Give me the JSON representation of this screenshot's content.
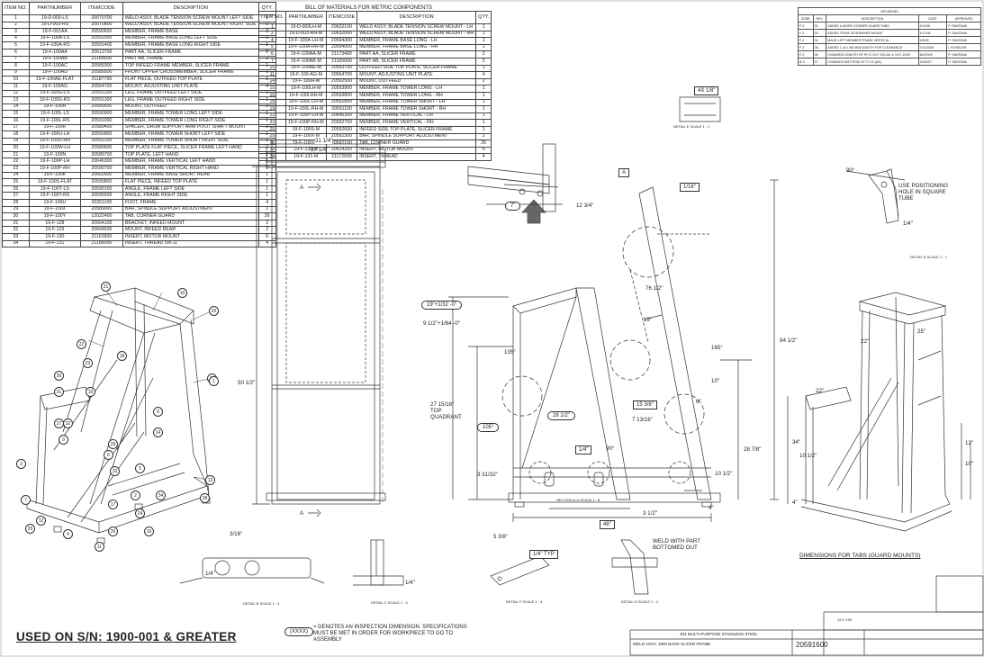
{
  "bom_left": {
    "headers": [
      "ITEM NO.",
      "PARTNUMBER",
      "ITEMCODE",
      "DESCRIPTION",
      "QTY."
    ],
    "rows": [
      [
        "1",
        "19-D-003-LS",
        "20070700",
        "WELD ASSY, BLADE TENSION SCREW MOUNT LEFT SIDE",
        "1"
      ],
      [
        "2",
        "19-D-003-RS",
        "20070800",
        "WELD ASSY, BLADE TENSION SCREW MOUNT RIGHT SIDE",
        "1"
      ],
      [
        "3",
        "19-F-001AA",
        "20590600",
        "MEMBER, FRAME BASE",
        "2"
      ],
      [
        "4",
        "19-F-100A-LS",
        "20591500",
        "MEMBER, FRAME BASE LONG LEFT SIDE",
        "1"
      ],
      [
        "5",
        "19-F-100A-RS",
        "20591400",
        "MEMBER, FRAME BASE LONG RIGHT SIDE",
        "1"
      ],
      [
        "6",
        "19-F-100AA",
        "20613700",
        "PART AA, SLICER FRAME",
        "2"
      ],
      [
        "7",
        "19-F-100AB",
        "21165600",
        "PART AB, FRAME",
        "2"
      ],
      [
        "8",
        "19-F-100AC",
        "20589300",
        "TOP INFEED FRAME MEMBER, SLICER FRAME",
        "1"
      ],
      [
        "9",
        "19-F-100AD",
        "20589500",
        "FRONT UPPER CROSSMEMBER, SLICER FRAME",
        "1"
      ],
      [
        "10",
        "19-F-100AE-FLAT",
        "21187700",
        "FLAT PIECE, OUTFEED TOP PLATE",
        "1"
      ],
      [
        "11",
        "19-F-100AG",
        "20564700",
        "MOUNT, ADJUSTING UNIT PLATE",
        "4"
      ],
      [
        "12",
        "19-F-100G-LS",
        "20591200",
        "LEG, FRAME OUTFEED LEFT SIDE",
        "1"
      ],
      [
        "13",
        "19-F-100G-RS",
        "20591300",
        "LEG, FRAME OUTFEED RIGHT SIDE",
        "1"
      ],
      [
        "14",
        "19-F-100H",
        "20589500",
        "MOUNT, OUTFEED",
        "2"
      ],
      [
        "15",
        "19-F-100L-LS",
        "20590900",
        "MEMBER, FRAME TOWER LONG LEFT SIDE",
        "1"
      ],
      [
        "16",
        "19-F-100L-RS",
        "20591000",
        "MEMBER, FRAME TOWER LONG RIGHT SIDE",
        "1"
      ],
      [
        "17",
        "19-F-100R",
        "20589400",
        "SPACER, DRUM SUPPORT ARM PIVOT SHAFT MOUNT",
        "2"
      ],
      [
        "18",
        "19-F-100U-LH",
        "20592800",
        "MEMBER, FRAME TOWER SHORT LEFT SIDE",
        "1"
      ],
      [
        "19",
        "19-F-100U-RH",
        "20591100",
        "MEMBER, FRAME TOWER SHORT RIGHT SIDE",
        "1"
      ],
      [
        "20",
        "19-F-100W-LH",
        "20589600",
        "TOP PLATE FLAT PIECE, SLICER FRAME LEFT HAND",
        "2"
      ],
      [
        "21",
        "19-F-100N",
        "20589700",
        "TOP PLATE, LEFT HAND",
        "1"
      ],
      [
        "22",
        "19-F-100P-LH",
        "20646300",
        "MEMBER, FRAME VERTICAL LEFT HAND",
        "1"
      ],
      [
        "23",
        "19-F-100P-RH",
        "20590700",
        "MEMBER, FRAME VERTICAL RIGHT HAND",
        "1"
      ],
      [
        "24",
        "19-F-100K",
        "20602600",
        "MEMBER, FRAME BASE SHORT REAR",
        "1"
      ],
      [
        "25",
        "19-F-100S-FLAT",
        "20590800",
        "FLAT PIECE, INFEED TOP PLATE",
        "1"
      ],
      [
        "26",
        "19-F-100T-LS",
        "20590100",
        "ANGLE, FRAME LEFT SIDE",
        "1"
      ],
      [
        "27",
        "19-F-100T-RS",
        "20590200",
        "ANGLE, FRAME RIGHT SIDE",
        "1"
      ],
      [
        "28",
        "19-F-100U",
        "20351100",
        "FOOT, FRAME",
        "4"
      ],
      [
        "29",
        "19-F-100X",
        "20589000",
        "BAR, SPINDLE SUPPORT ADJUSTMENT",
        "2"
      ],
      [
        "30",
        "19-F-100Y",
        "12022400",
        "TAB, CORNER GUARD",
        "26"
      ],
      [
        "31",
        "19-F-128",
        "20604100",
        "BRACKET, INFEED MOUNT",
        "2"
      ],
      [
        "32",
        "19-F-129",
        "20604500",
        "MOUNT, INFEED REAR",
        "2"
      ],
      [
        "33",
        "19-F-130",
        "21163900",
        "INSERT, MOTOR MOUNT",
        "6"
      ],
      [
        "34",
        "19-F-131",
        "21166000",
        "INSERT, THREAD 5/8-11",
        "4"
      ]
    ]
  },
  "bom_metric": {
    "title": "BILL OF MATERIALS FOR METRIC COMPONENTS",
    "headers": [
      "ITEM NO.",
      "PARTNUMBER",
      "ITEMCODE",
      "DESCRIPTION",
      "QTY."
    ],
    "rows": [
      [
        "1",
        "19-D-003LH-M",
        "20632100",
        "WELD ASSY, BLADE TENSION SCREW MOUNT - LH",
        "1"
      ],
      [
        "2",
        "19-D-003-RH-M",
        "20632000",
        "WELD ASSY, BLADE TENSION SCREW MOUNT - RH",
        "1"
      ],
      [
        "4",
        "19-F-100A-LH-M",
        "20594300",
        "MEMBER, FRAME BASE LONG - LH",
        "1"
      ],
      [
        "5",
        "19-F-100A-RH-M",
        "20594000",
        "MEMBER, FRAME BASE LONG - RH",
        "1"
      ],
      [
        "6",
        "19-F-100AA-M",
        "21173400",
        "PART AA, SLICER FRAME",
        "2"
      ],
      [
        "7",
        "19-F-100AB-M",
        "21165600",
        "PART AB, SLICER FRAME",
        "2"
      ],
      [
        "10",
        "19-F-100AE-M",
        "20593700",
        "OUTFEED SIDE TOP PLATE, SLICER FRAME",
        "1"
      ],
      [
        "11",
        "19-F-100-AG-M",
        "20564700",
        "MOUNT, ADJUSTING UNIT PLATE",
        "4"
      ],
      [
        "14",
        "19-F-100H-M",
        "20592500",
        "MOUNT, OUTFEED",
        "2"
      ],
      [
        "15",
        "19-F-100LH-M",
        "20593900",
        "MEMBER, FRAME TOWER LONG - LH",
        "1"
      ],
      [
        "16",
        "19-F-100LRH-M",
        "20593800",
        "MEMBER, FRAME TOWER LONG - RH",
        "1"
      ],
      [
        "18",
        "19-F-100L-LH-M",
        "20592800",
        "MEMBER, FRAME TOWER SHORT - LH",
        "1"
      ],
      [
        "19",
        "19-F-100L-RH-M",
        "20591100",
        "MEMBER, FRAME TOWER SHORT - RH",
        "1"
      ],
      [
        "22",
        "19-F-100P-LH-M",
        "20646300",
        "MEMBER, FRAME VERTICAL - LH",
        "1"
      ],
      [
        "23",
        "19-F-100P-RH-M",
        "20592700",
        "MEMBER, FRAME VERTICAL - RH",
        "1"
      ],
      [
        "25",
        "19-F-100S-M",
        "20592600",
        "INFEED SIDE TOP PLATE, SLICER FRAME",
        "1"
      ],
      [
        "29",
        "19-F-100X-M",
        "20592300",
        "BAR, SPINDLE SUPPORT ADJUSTMENT",
        "2"
      ],
      [
        "30",
        "19-F-100Y-M",
        "20592100",
        "TAB, CORNER GUARD",
        "26"
      ],
      [
        "33",
        "19-F-130-M",
        "20614200",
        "INSERT, MOTOR MOUNT",
        "6"
      ],
      [
        "34",
        "19-F-131-M",
        "21172500",
        "INSERT, THREAD",
        "4"
      ]
    ]
  },
  "revisions": {
    "title": "REVISIONS",
    "headers": [
      "ZONE",
      "REV.",
      "DESCRIPTION",
      "DATE",
      "APPROVED"
    ],
    "rows": [
      [
        "F-2",
        "02",
        "ADDED & MORE CORNER GUARD TABS",
        "1/11/06",
        "P. SANTANA"
      ],
      [
        "F-2",
        "03",
        "ADDED ITEMS 35 SPEAKER MOUNT",
        "1/17/06",
        "P. SANTANA"
      ],
      [
        "F-2",
        "04",
        "MADE LEFT MEMBER FRAME VERTICAL",
        "1/5/08",
        "P. SANTANA"
      ],
      [
        "F-2",
        "05",
        "ADDED 1.16 LINE-BEE ANGTH FOR CLEARANCE",
        "7/11/2008",
        "I. ROSELER"
      ],
      [
        "F-2",
        "06",
        "CHANGED LENGTH OF PC'S 19-F-100-AE & 19-F-100S",
        "8/2/2009",
        "P. SANTANA"
      ],
      [
        "B-3",
        "07",
        "CHANGED 8M FROM 20 TO 19 (AA)",
        "11/06/07",
        "P. SANTANA"
      ]
    ]
  },
  "dims": {
    "d37": "37 1/4\"",
    "d31": "31 1/4\"",
    "d50": "50 1/2\"",
    "d19a": "19\"+1/32 -0\"",
    "d9": "9 1/2\"+1/64 -0\"",
    "d27": "27 15/16\" TOP QUADRANT",
    "d105": "105°",
    "d331": "3 31/32\"",
    "d538": "5 3/8\"",
    "d7": "7\"",
    "d1234": "12 3/4\"",
    "d4x": "4X 1/8\"",
    "d116": "1/16\"",
    "dA": "A",
    "d76": "76 1/2\"",
    "d19b": "19\"",
    "d165": "165°",
    "d105b": "105°",
    "d845": "84 1/2\"",
    "d10": "10\"",
    "d6": "6\"",
    "d1538": "15 3/8\"",
    "d7136": "7 13/16\"",
    "d2812": "28 1/2\"",
    "d14": "1/4\"",
    "d90": "90°",
    "d2878": "28 7/8\"",
    "d1012": "10 1/2\"",
    "d312": "3 1/2\"",
    "d48": "48\"",
    "d4": "4\"",
    "d90b": "90°",
    "d14b": "1/4\"",
    "d22a": "22\"",
    "d25": "25\"",
    "d22b": "22\"",
    "d34": "34\"",
    "d1012b": "10 1/2\"",
    "d12": "12\"",
    "d10b": "10\"",
    "d4b": "4\"",
    "d316": "3/16\"",
    "d14c": "1/4\"",
    "d14d": "1/4\"",
    "d14typ": "1/4\" TYP"
  },
  "labels": {
    "section": "SECTION A-A SCALE 1 : 8",
    "detailB": "DETAIL B SCALE 1 : 4",
    "detailC": "DETAIL C SCALE 1 : 4",
    "detailD": "DETAIL D SCALE 1 : 7",
    "detailE": "DETAIL E SCALE 1 : 2",
    "detailF": "DETAIL F SCALE 1 : 4",
    "detailG": "DETAIL G SCALE 1 : 4",
    "positioning": "USE POSITIONING HOLE IN SQUARE TUBE",
    "weld": "WELD WITH PART BOTTOMED OUT",
    "tabs": "DIMENSIONS FOR TABS (GUARD MOUNTS)",
    "used_on": "USED ON S/N: 1900-001 & GREATER",
    "xxxx": "(XXXX)",
    "inspection": "= DENOTES AN INSPECTION DIMENSION. SPECIFICATIONS MUST BE MET IN ORDER FOR WORKPIECE TO GO TO ASSEMBLY",
    "material": "304 MULTI-PURPOSE STAINLESS STEEL",
    "title": "WELD ASSY, 1900 BAND SLICER FRAME",
    "dwg": "20591600",
    "sheet_ref": "19-F-100",
    "secA1": "A",
    "secA2": "A"
  },
  "balloons": [
    "21",
    "10",
    "20",
    "22",
    "23",
    "19",
    "15",
    "18",
    "1",
    "30",
    "5",
    "31",
    "32",
    "27",
    "14",
    "29",
    "6",
    "8",
    "3",
    "9",
    "2",
    "16",
    "13",
    "28",
    "7",
    "4",
    "33",
    "34",
    "25",
    "17",
    "12",
    "24",
    "11",
    "26"
  ]
}
